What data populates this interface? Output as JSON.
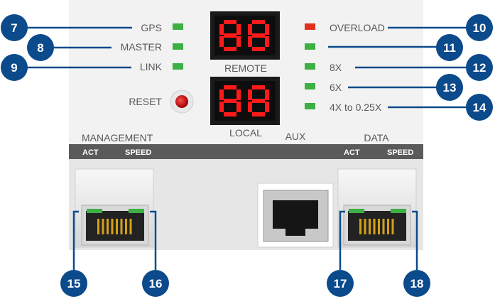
{
  "panel": {
    "left_leds": [
      {
        "label": "GPS",
        "color": "#3cb043"
      },
      {
        "label": "MASTER",
        "color": "#3cb043"
      },
      {
        "label": "LINK",
        "color": "#3cb043"
      }
    ],
    "right_leds": [
      {
        "label": "OVERLOAD",
        "color": "#e0301e"
      },
      {
        "label": "",
        "color": "#3cb043"
      },
      {
        "label": "8X",
        "color": "#3cb043"
      },
      {
        "label": "6X",
        "color": "#3cb043"
      },
      {
        "label": "4X to 0.25X",
        "color": "#3cb043"
      }
    ],
    "displays": {
      "remote_label": "REMOTE",
      "local_label": "LOCAL",
      "digits": "88"
    },
    "reset_label": "RESET",
    "ports": {
      "management": {
        "label": "MANAGEMENT",
        "act": "ACT",
        "speed": "SPEED"
      },
      "aux": {
        "label": "AUX"
      },
      "data": {
        "label": "DATA",
        "act": "ACT",
        "speed": "SPEED"
      }
    }
  },
  "callouts": {
    "c7": "7",
    "c8": "8",
    "c9": "9",
    "c10": "10",
    "c11": "11",
    "c12": "12",
    "c13": "13",
    "c14": "14",
    "c15": "15",
    "c16": "16",
    "c17": "17",
    "c18": "18"
  },
  "colors": {
    "callout_fill": "#0b4a8b",
    "panel_bg": "#f2f2f2",
    "port_strip": "#5a5a5a"
  }
}
